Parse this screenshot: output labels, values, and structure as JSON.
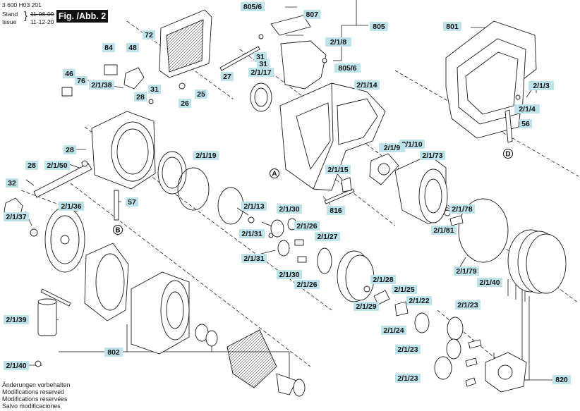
{
  "header": {
    "doc_number": "3 600 H03 201",
    "stand_label": "Stand",
    "stand_old": "11-06-09",
    "issue_label": "Issue",
    "issue_date": "11-12-20",
    "figure": "Fig. /Abb. 2"
  },
  "footer": {
    "lines": [
      "Änderungen vorbehalten",
      "Modifications reserved",
      "Modifications reservées",
      "Salvo modificaciones"
    ]
  },
  "callouts": [
    {
      "id": "c805-6a",
      "text": "805/6"
    },
    {
      "id": "c807",
      "text": "807"
    },
    {
      "id": "c805",
      "text": "805"
    },
    {
      "id": "c801",
      "text": "801"
    },
    {
      "id": "c72",
      "text": "72"
    },
    {
      "id": "c84",
      "text": "84"
    },
    {
      "id": "c48",
      "text": "48"
    },
    {
      "id": "c2-1-8",
      "text": "2/1/8"
    },
    {
      "id": "c805-6b",
      "text": "805/6"
    },
    {
      "id": "c31a",
      "text": "31"
    },
    {
      "id": "c46",
      "text": "46"
    },
    {
      "id": "c76",
      "text": "76"
    },
    {
      "id": "c2-1-38",
      "text": "2/1/38"
    },
    {
      "id": "c31b",
      "text": "31"
    },
    {
      "id": "c28a",
      "text": "28"
    },
    {
      "id": "c26",
      "text": "26"
    },
    {
      "id": "c25",
      "text": "25"
    },
    {
      "id": "c27",
      "text": "27"
    },
    {
      "id": "c2-1-17",
      "text": "2/1/17"
    },
    {
      "id": "c2-1-14",
      "text": "2/1/14"
    },
    {
      "id": "c2-1-3",
      "text": "2/1/3"
    },
    {
      "id": "c2-1-4",
      "text": "2/1/4"
    },
    {
      "id": "c56",
      "text": "56"
    },
    {
      "id": "c28b",
      "text": "28"
    },
    {
      "id": "c2-1-19",
      "text": "2/1/19"
    },
    {
      "id": "c2-1-9",
      "text": "2/1/9"
    },
    {
      "id": "c2-1-10",
      "text": "2/1/10"
    },
    {
      "id": "c2-1-73",
      "text": "2/1/73"
    },
    {
      "id": "c28c",
      "text": "28"
    },
    {
      "id": "c2-1-50",
      "text": "2/1/50"
    },
    {
      "id": "c2-1-15",
      "text": "2/1/15"
    },
    {
      "id": "c32",
      "text": "32"
    },
    {
      "id": "c57",
      "text": "57"
    },
    {
      "id": "c2-1-36",
      "text": "2/1/36"
    },
    {
      "id": "c2-1-13",
      "text": "2/1/13"
    },
    {
      "id": "c2-1-30a",
      "text": "2/1/30"
    },
    {
      "id": "c816",
      "text": "816"
    },
    {
      "id": "c2-1-78",
      "text": "2/1/78"
    },
    {
      "id": "c2-1-37",
      "text": "2/1/37"
    },
    {
      "id": "c2-1-26a",
      "text": "2/1/26"
    },
    {
      "id": "c2-1-81",
      "text": "2/1/81"
    },
    {
      "id": "c2-1-31a",
      "text": "2/1/31"
    },
    {
      "id": "c2-1-27",
      "text": "2/1/27"
    },
    {
      "id": "c2-1-31b",
      "text": "2/1/31"
    },
    {
      "id": "c2-1-79",
      "text": "2/1/79"
    },
    {
      "id": "c2-1-30b",
      "text": "2/1/30"
    },
    {
      "id": "c2-1-40a",
      "text": "2/1/40"
    },
    {
      "id": "c2-1-26b",
      "text": "2/1/26"
    },
    {
      "id": "c2-1-28",
      "text": "2/1/28"
    },
    {
      "id": "c2-1-25",
      "text": "2/1/25"
    },
    {
      "id": "c2-1-29",
      "text": "2/1/29"
    },
    {
      "id": "c2-1-22",
      "text": "2/1/22"
    },
    {
      "id": "c2-1-23a",
      "text": "2/1/23"
    },
    {
      "id": "c2-1-39",
      "text": "2/1/39"
    },
    {
      "id": "c2-1-24",
      "text": "2/1/24"
    },
    {
      "id": "c802",
      "text": "802"
    },
    {
      "id": "c2-1-23b",
      "text": "2/1/23"
    },
    {
      "id": "c2-1-40b",
      "text": "2/1/40"
    },
    {
      "id": "c2-1-23c",
      "text": "2/1/23"
    },
    {
      "id": "c820",
      "text": "820"
    }
  ],
  "plain_labels": [
    {
      "id": "l807",
      "text": "807"
    },
    {
      "id": "l31",
      "text": "31"
    },
    {
      "id": "l2-1-8",
      "text": "2/1/8"
    },
    {
      "id": "l805-6",
      "text": "805/6"
    },
    {
      "id": "l56",
      "text": "56"
    },
    {
      "id": "l57",
      "text": "57"
    },
    {
      "id": "l805",
      "text": "805"
    },
    {
      "id": "l820",
      "text": "820"
    },
    {
      "id": "l2-1-9",
      "text": "2/1/9"
    }
  ],
  "markers": [
    {
      "id": "mA",
      "text": "A"
    },
    {
      "id": "mB",
      "text": "B"
    },
    {
      "id": "mD",
      "text": "D"
    }
  ],
  "colors": {
    "callout_fill": "#bfe3ea",
    "line": "#1a1a1a",
    "figure_bg": "#111111"
  }
}
